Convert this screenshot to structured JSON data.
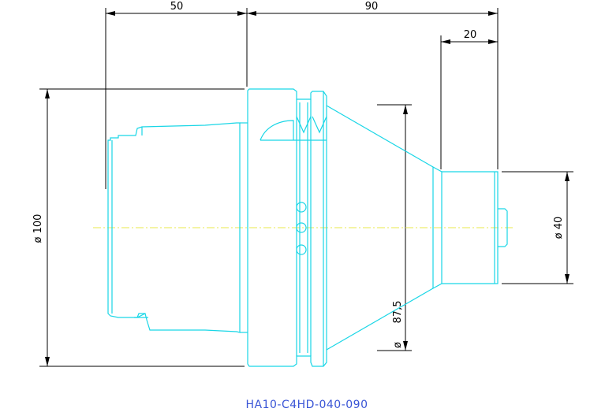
{
  "drawing": {
    "caption": "HA10-C4HD-040-090",
    "dimensions": {
      "shank_length": "50",
      "overall_length": "90",
      "nose_length": "20",
      "diameter_body": "ø 100",
      "diameter_collar": "ø",
      "diameter_collar_value": "87,5",
      "diameter_nose": "ø 40"
    },
    "colors": {
      "part_outline": "#19d6e6",
      "center_line": "#e9e94a",
      "dimension_lines": "#000000",
      "caption_text": "#3a55d6"
    }
  }
}
